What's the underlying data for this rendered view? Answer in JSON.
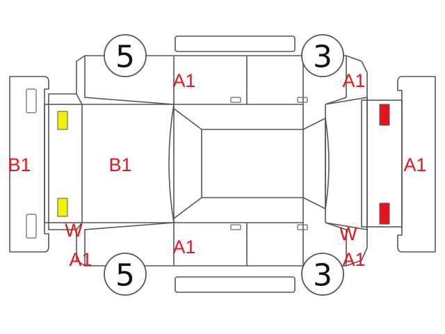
{
  "wheels": {
    "top_left": "5",
    "top_right": "3",
    "bottom_left": "5",
    "bottom_right": "3"
  },
  "codes": {
    "roof_top": "A1",
    "front_right_top": "A1",
    "rear_bumper": "B1",
    "trunk": "B1",
    "front_bumper": "A1",
    "rear_lower_w": "W",
    "rear_lower_a": "A1",
    "roof_bottom": "A1",
    "front_lower_w": "W",
    "front_lower_a": "A1"
  },
  "colors": {
    "code_text": "#e8141b",
    "rear_lamps": "#f2f200",
    "front_lamps": "#e8141b"
  }
}
